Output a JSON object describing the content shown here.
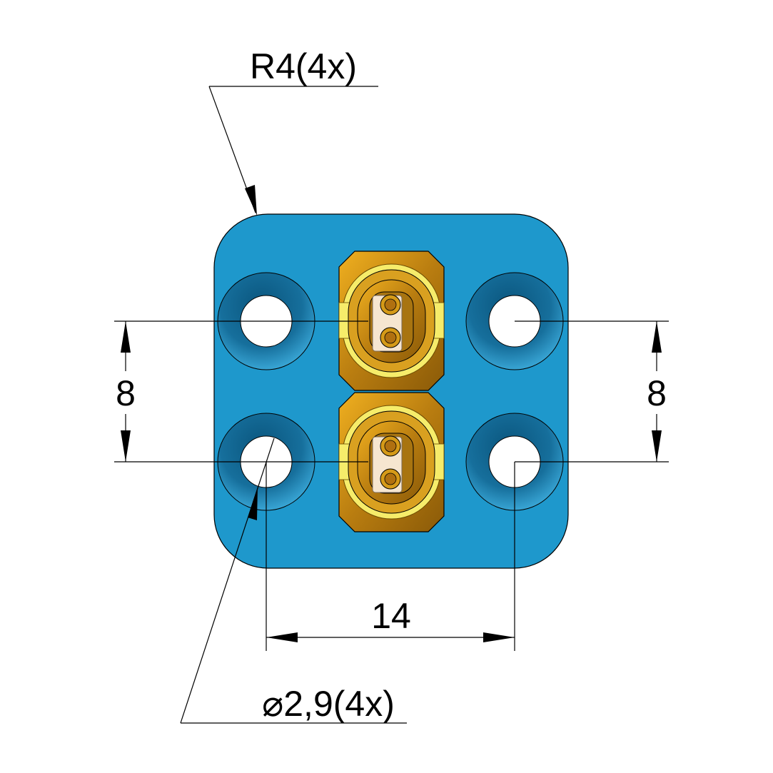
{
  "annotations": {
    "corner_radius": "R4(4x)",
    "hole_diameter": "⌀2,9(4x)",
    "vertical_spacing_left": "8",
    "vertical_spacing_right": "8",
    "horizontal_spacing": "14"
  },
  "colors": {
    "plate": "#1e98cc",
    "counterbore": "#0f6f9f",
    "connector_gold": "#c98f12",
    "connector_yellow": "#f6ec6a"
  }
}
